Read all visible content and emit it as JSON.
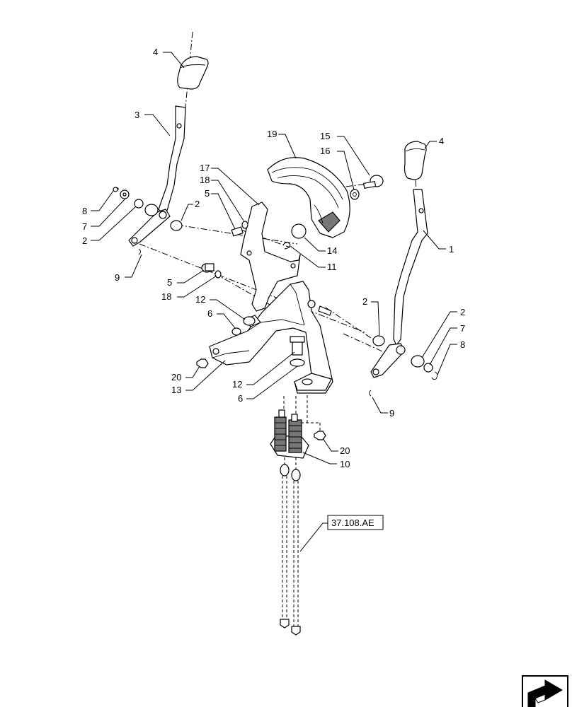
{
  "callouts": [
    "1",
    "2",
    "3",
    "4",
    "5",
    "6",
    "7",
    "8",
    "9",
    "10",
    "11",
    "12",
    "13",
    "14",
    "15",
    "16",
    "17",
    "18",
    "19",
    "20"
  ],
  "reference": {
    "label": "37.108.AE"
  },
  "navigation": {
    "icon": "next-arrow-icon"
  }
}
